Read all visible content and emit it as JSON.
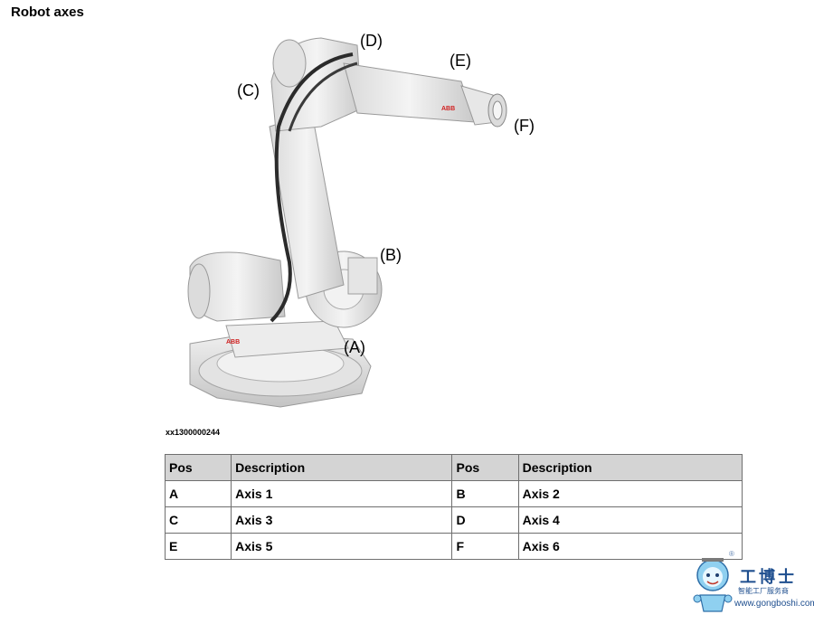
{
  "heading": "Robot axes",
  "figure": {
    "callouts": {
      "A": "(A)",
      "B": "(B)",
      "C": "(C)",
      "D": "(D)",
      "E": "(E)",
      "F": "(F)"
    },
    "id": "xx1300000244",
    "brand_mark": "ABB"
  },
  "table": {
    "headers": [
      "Pos",
      "Description",
      "Pos",
      "Description"
    ],
    "rows": [
      [
        "A",
        "Axis 1",
        "B",
        "Axis 2"
      ],
      [
        "C",
        "Axis 3",
        "D",
        "Axis 4"
      ],
      [
        "E",
        "Axis 5",
        "F",
        "Axis 6"
      ]
    ]
  },
  "watermark": {
    "title": "工博士",
    "subtitle": "智能工厂服务商",
    "url": "www.gongboshi.com",
    "registered": "®"
  }
}
